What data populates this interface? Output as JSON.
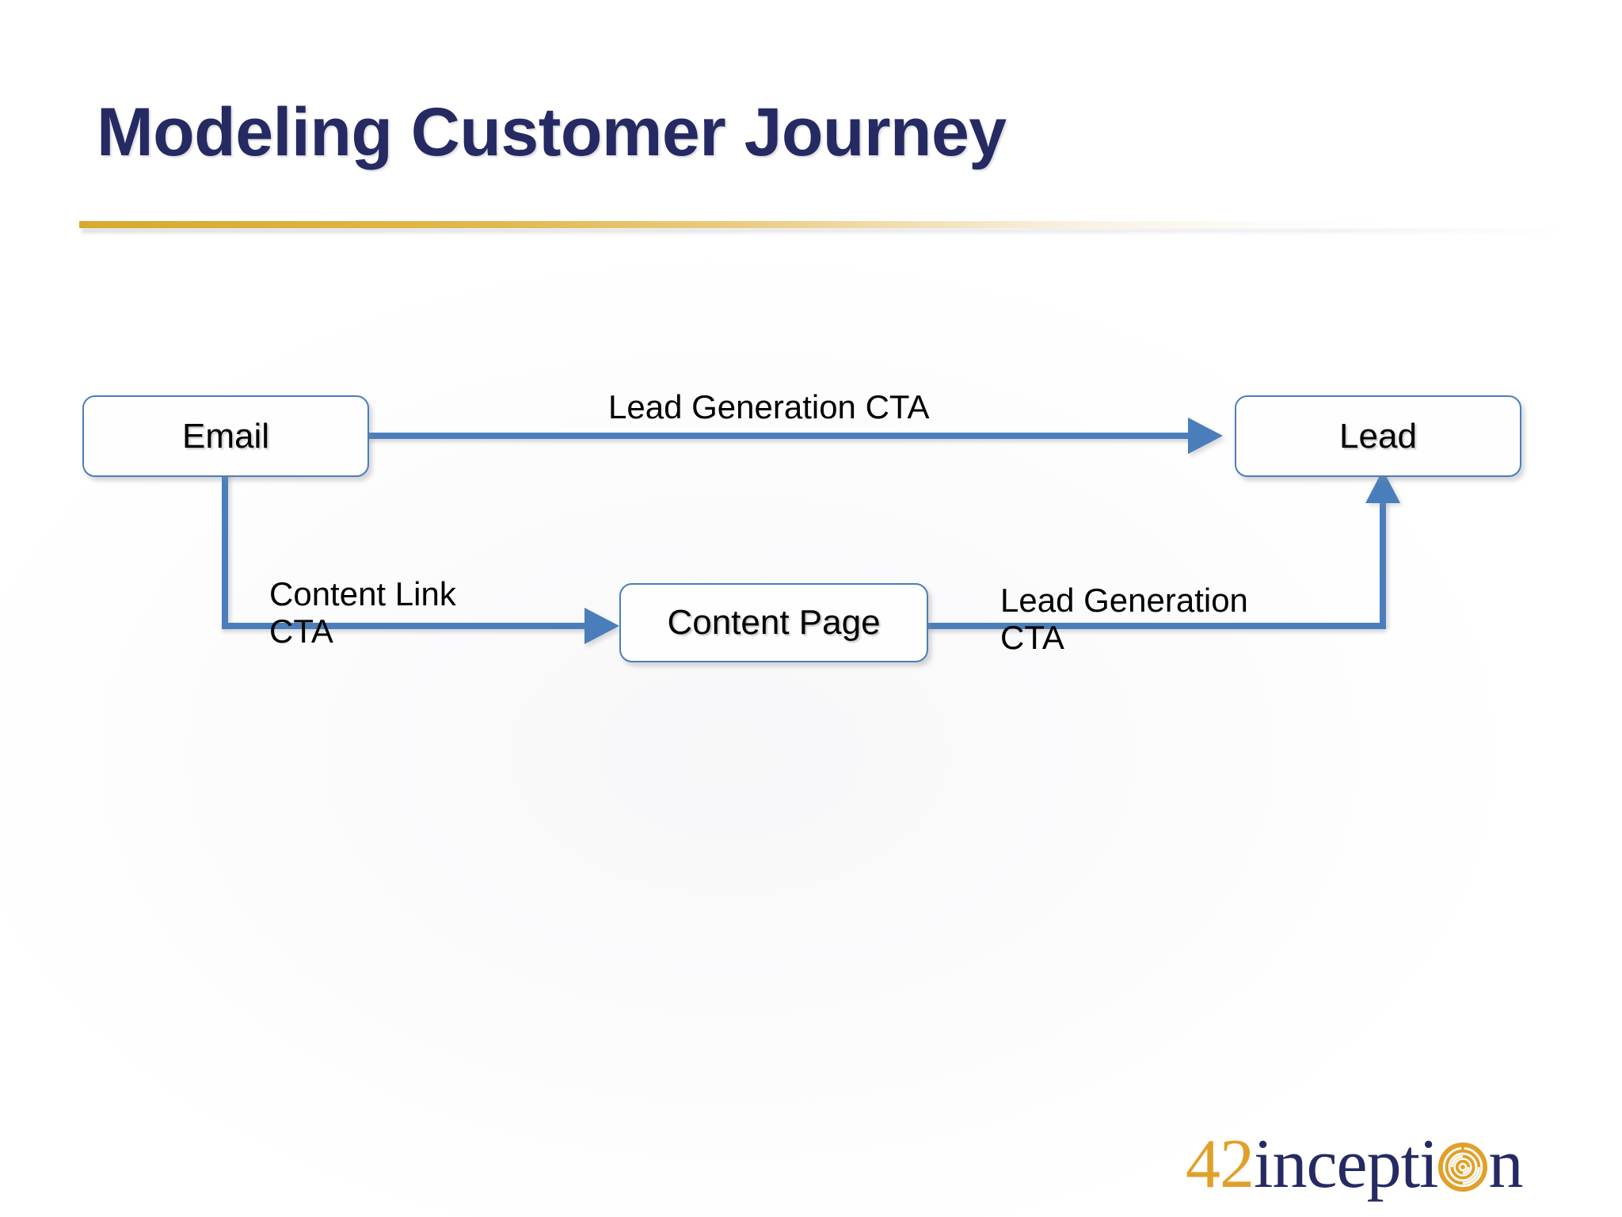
{
  "slide": {
    "title": "Modeling Customer Journey",
    "background_color": "#ffffff",
    "title_color": "#252a63",
    "rule_color": "#d9a92e",
    "accent_color": "#4a7ebb"
  },
  "diagram": {
    "type": "flow",
    "nodes": [
      {
        "id": "email",
        "label": "Email"
      },
      {
        "id": "lead",
        "label": "Lead"
      },
      {
        "id": "content_page",
        "label": "Content Page"
      }
    ],
    "edges": [
      {
        "id": "email_to_lead",
        "from": "email",
        "to": "lead",
        "label": "Lead Generation CTA",
        "route": "straight-right"
      },
      {
        "id": "email_to_content",
        "from": "email",
        "to": "content_page",
        "label": "Content Link\nCTA",
        "route": "down-then-right"
      },
      {
        "id": "content_to_lead",
        "from": "content_page",
        "to": "lead",
        "label": "Lead Generation\nCTA",
        "route": "right-then-up"
      }
    ]
  },
  "logo": {
    "number": "42",
    "word_before": "incepti",
    "word_after": "n",
    "icon": "circular-maze-icon",
    "number_color": "#e0a02a",
    "word_color": "#252a63"
  }
}
